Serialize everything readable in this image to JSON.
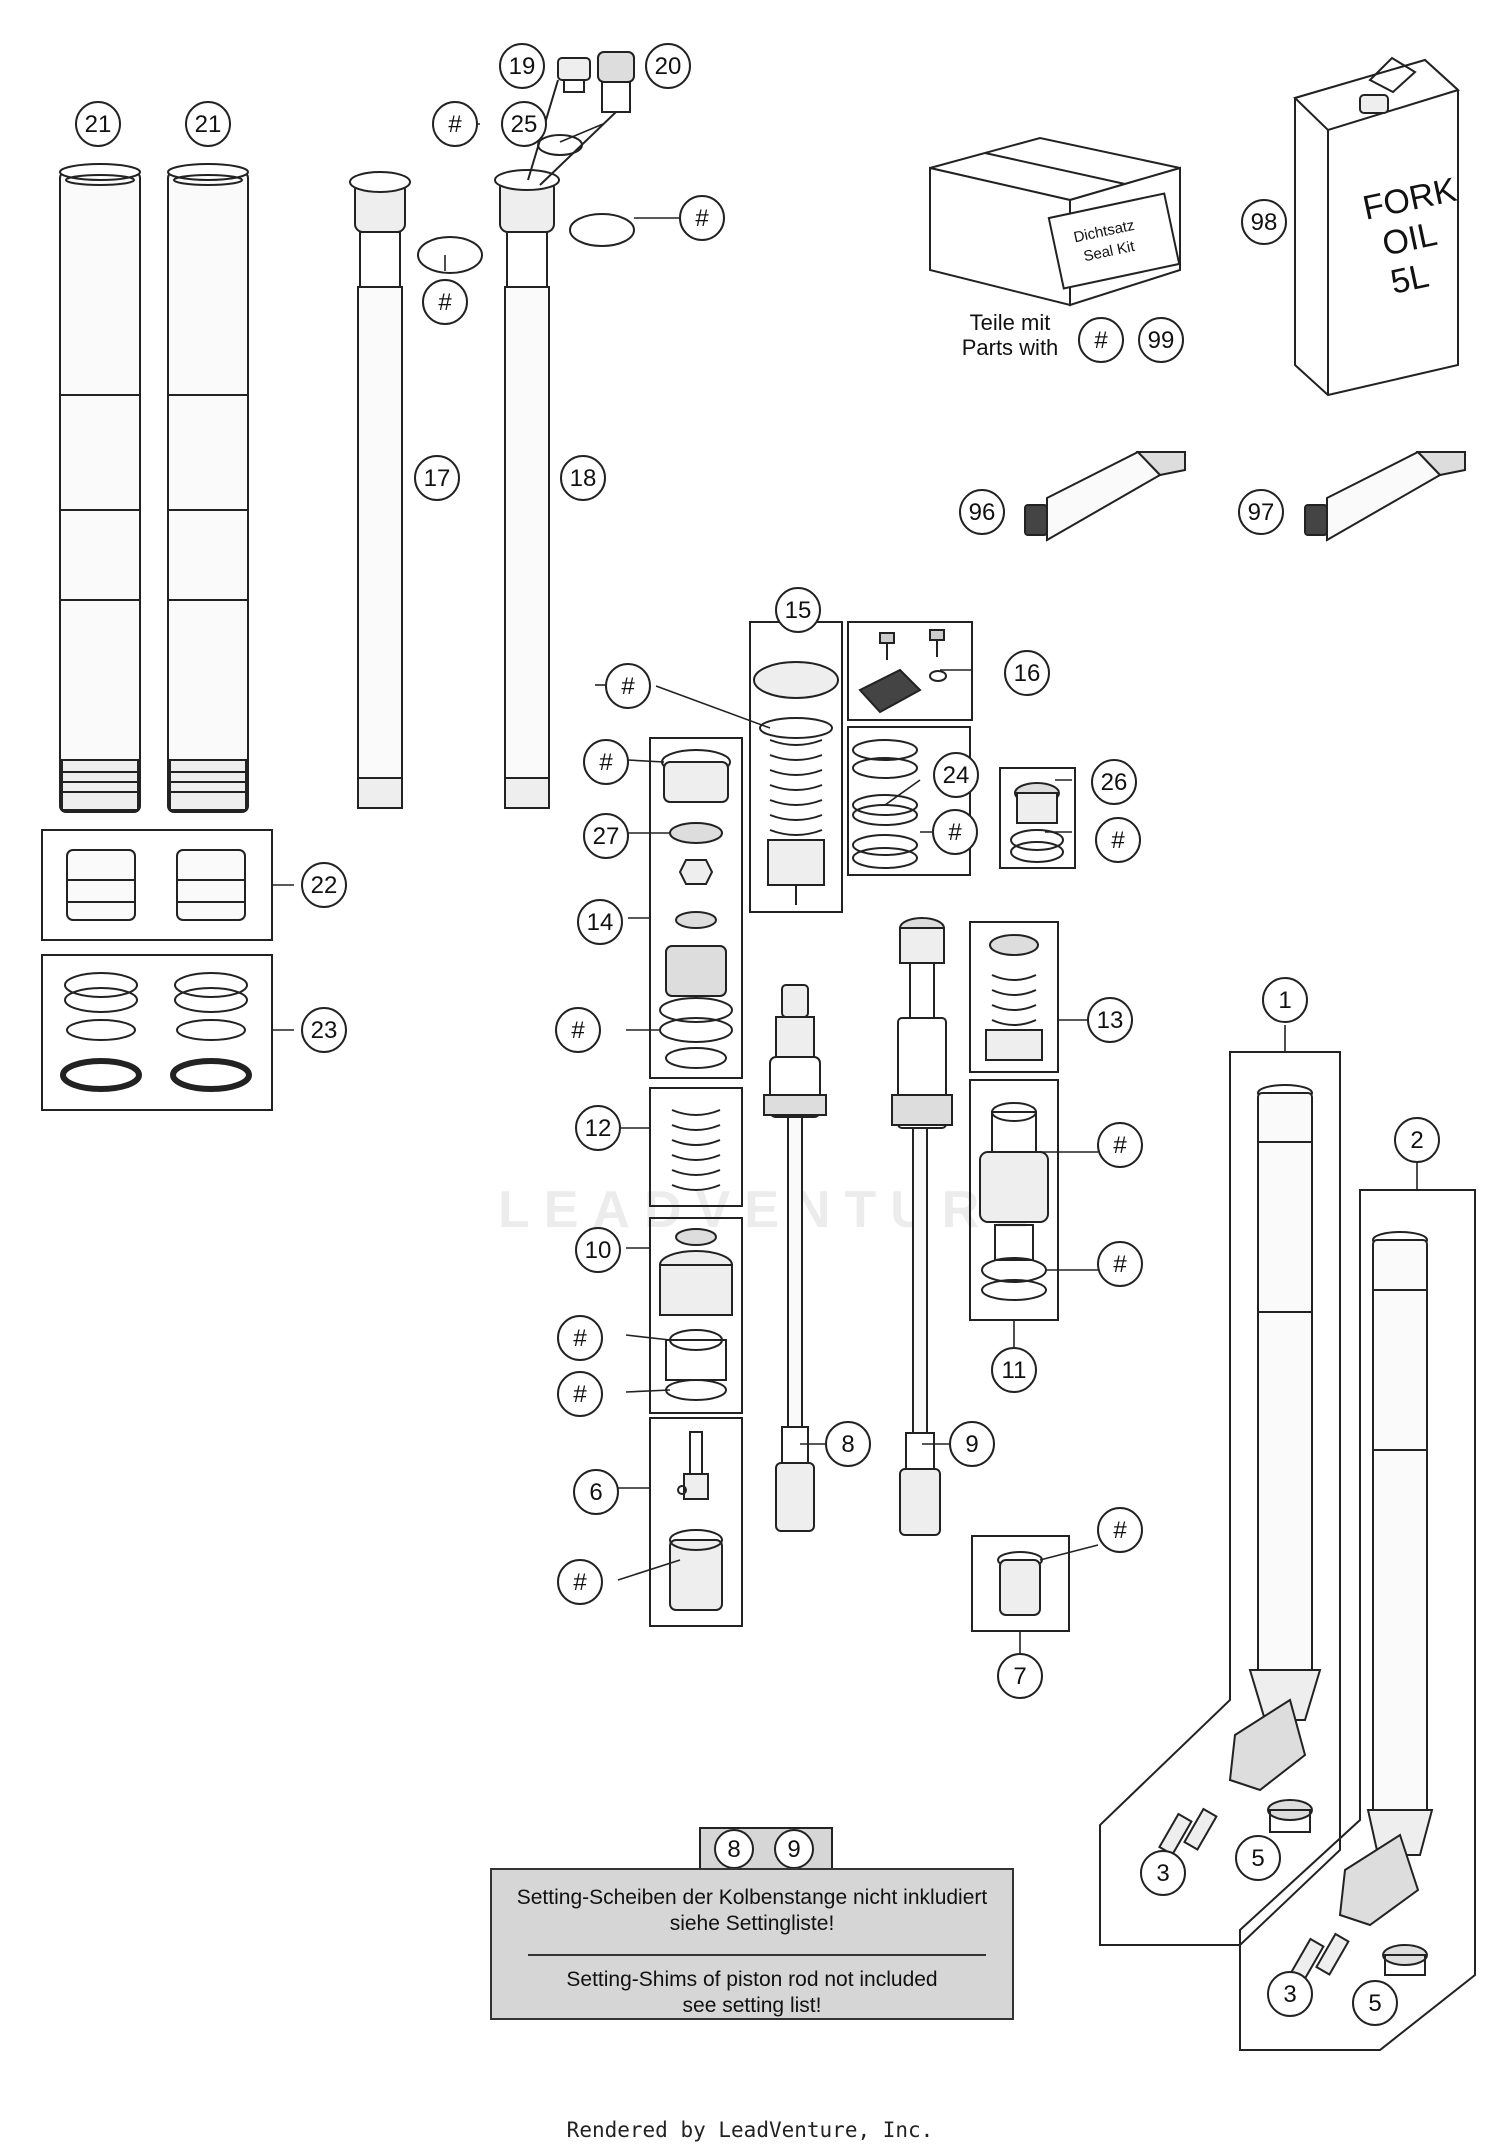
{
  "watermark": "LEADVENTURE",
  "callouts": {
    "c21a": "21",
    "c21b": "21",
    "c19": "19",
    "c20": "20",
    "c25": "25",
    "c25h": "#",
    "c17": "17",
    "c18": "18",
    "c17h": "#",
    "c18h": "#",
    "c98": "98",
    "c96": "96",
    "c97": "97",
    "c99": "99",
    "c99h": "#",
    "c22": "22",
    "c23": "23",
    "c15": "15",
    "c15h": "#",
    "c16": "16",
    "c24": "24",
    "c24h": "#",
    "c26": "26",
    "c26h": "#",
    "c27": "27",
    "c14": "14",
    "c14h1": "#",
    "c14h2": "#",
    "c12": "12",
    "c10": "10",
    "c10h1": "#",
    "c10h2": "#",
    "c6": "6",
    "c6h": "#",
    "c8": "8",
    "c9": "9",
    "c13": "13",
    "c11": "11",
    "c11h1": "#",
    "c11h2": "#",
    "c7": "7",
    "c7h": "#",
    "c1": "1",
    "c2": "2",
    "c3a": "3",
    "c5a": "5",
    "c3b": "3",
    "c5b": "5",
    "box8": "8",
    "box9": "9"
  },
  "labels": {
    "seal_kit_de": "Dichtsatz",
    "seal_kit_en": "Seal Kit",
    "teile_mit": "Teile mit",
    "parts_with": "Parts with",
    "oil_1": "FORK",
    "oil_2": "OIL",
    "oil_3": "5L"
  },
  "note": {
    "de_line1": "Setting-Scheiben der Kolbenstange nicht inkludiert",
    "de_line2": "siehe Settingliste!",
    "en_line1": "Setting-Shims of piston rod not included",
    "en_line2": "see setting list!"
  },
  "footer": "Rendered by LeadVenture, Inc."
}
